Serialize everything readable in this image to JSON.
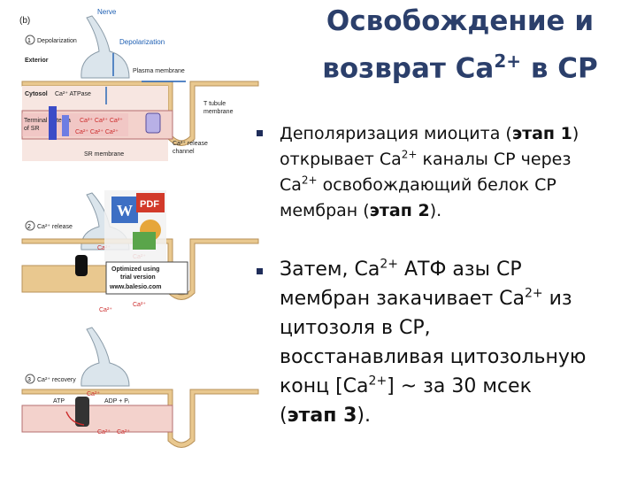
{
  "slide": {
    "title_line1": "Освобождение и",
    "title_line2_pre": "возврат Ca",
    "title_sup": "2+",
    "title_line2_post": " в СР"
  },
  "bullets": [
    {
      "p1": "Деполяризация миоцита (",
      "p1_bold": "этап 1",
      "p1_end": ")",
      "p2": "открывает Ca",
      "p2_sup": "2+",
      "p2_end": " каналы СР через",
      "p3": "Ca",
      "p3_sup": "2+",
      "p3_end": " освобождающий белок СР",
      "p4": "мембран (",
      "p4_bold": "этап 2",
      "p4_end": ")."
    },
    {
      "p1": "Затем, Ca",
      "p1_sup": "2+",
      "p1_end": " АТФ азы СР",
      "p2": "мембран закачивает Ca",
      "p2_sup": "2+",
      "p2_end": " из",
      "p3": "цитозоля в СР,",
      "p4": "восстанавливая цитозольную",
      "p5": "конц [Ca",
      "p5_sup": "2+",
      "p5_end": "] ~ за 30 мсек",
      "p6": "(",
      "p6_bold": "этап 3",
      "p6_end": ")."
    }
  ],
  "figure": {
    "panel_label": "(b)",
    "nerve": "Nerve",
    "step1_label": "Depolarization",
    "depol_right": "Depolarization",
    "plasma_membrane": "Plasma membrane",
    "exterior": "Exterior",
    "cytosol": "Cytosol",
    "atpase": "Ca²⁺ ATPase",
    "terminal_cistern": "Terminal cisterna",
    "of_sr": "of SR",
    "ttubule1": "T tubule",
    "ttubule2": "membrane",
    "release1": "Ca²⁺ release",
    "release2": "channel",
    "sr_membrane": "SR membrane",
    "ca_row": "Ca²⁺ Ca²⁺ Ca²⁺",
    "step2_label": "Ca²⁺ release",
    "step3_label": "Ca²⁺ recovery",
    "atp": "ATP",
    "adp": "ADP + Pᵢ",
    "ca_ion": "Ca²⁺",
    "watermark1": "Optimized using",
    "watermark2": "trial version",
    "watermark3": "www.balesio.com",
    "pdf_text": "PDF",
    "word_text": "W"
  },
  "colors": {
    "title": "#2b3f6b",
    "membrane_tan": "#e9c88f",
    "cytosol_pink": "#f3d2cc",
    "ca_red": "#cc2b2b",
    "blue_label": "#1e5fb3"
  }
}
